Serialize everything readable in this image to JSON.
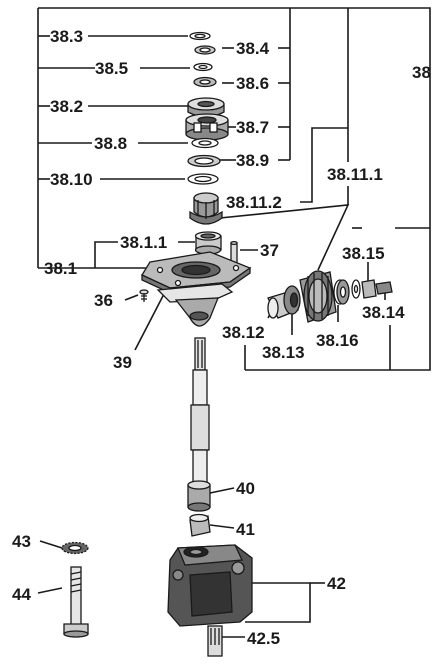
{
  "labels": {
    "l38_3": "38.3",
    "l38_4": "38.4",
    "l38_5": "38.5",
    "l38_6": "38.6",
    "l38_2": "38.2",
    "l38_7": "38.7",
    "l38_8": "38.8",
    "l38_9": "38.9",
    "l38_10": "38.10",
    "l38_11_2": "38.11.2",
    "l38_11_1": "38.11.1",
    "l38": "38",
    "l38_1_1": "38.1.1",
    "l37": "37",
    "l38_1": "38.1",
    "l36": "36",
    "l38_15": "38.15",
    "l38_14": "38.14",
    "l38_12": "38.12",
    "l38_16": "38.16",
    "l38_13": "38.13",
    "l39": "39",
    "l40": "40",
    "l41": "41",
    "l43": "43",
    "l42": "42",
    "l44": "44",
    "l42_5": "42.5"
  }
}
